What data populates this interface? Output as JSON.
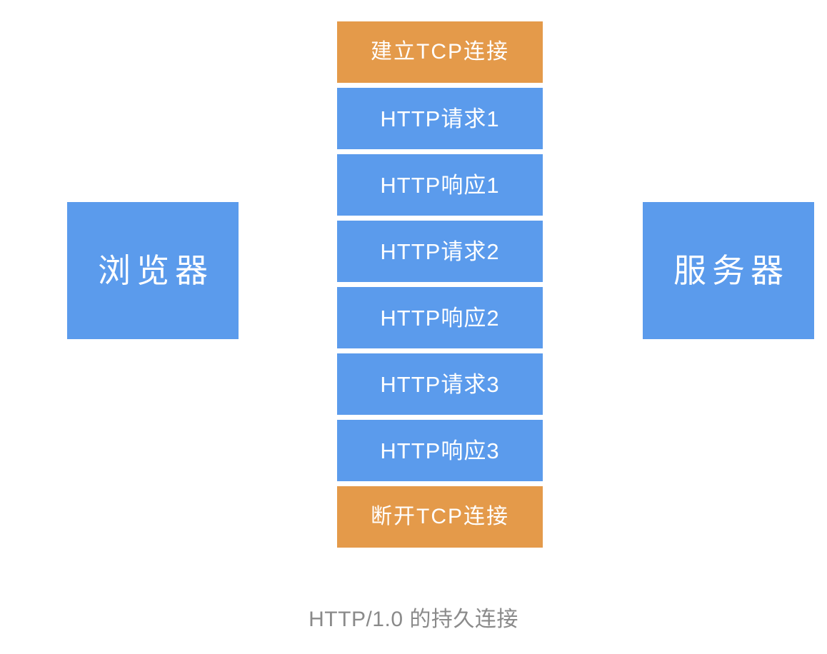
{
  "diagram": {
    "title": "HTTP/1.0 的持久连接",
    "caption": "HTTP/1.0 的持久连接",
    "colors": {
      "blue": "#5B9BEC",
      "orange": "#E49A4A",
      "label_text": "#FFFFFF",
      "caption_text": "#8A8A8A",
      "background": "#FFFFFF"
    },
    "endpoints": {
      "left": {
        "label": "浏览器",
        "color": "#5B9BEC"
      },
      "right": {
        "label": "服务器",
        "color": "#5B9BEC"
      }
    },
    "sequence": [
      {
        "label": "建立TCP连接",
        "kind": "orange"
      },
      {
        "label": "HTTP请求1",
        "kind": "blue"
      },
      {
        "label": "HTTP响应1",
        "kind": "blue"
      },
      {
        "label": "HTTP请求2",
        "kind": "blue"
      },
      {
        "label": "HTTP响应2",
        "kind": "blue"
      },
      {
        "label": "HTTP请求3",
        "kind": "blue"
      },
      {
        "label": "HTTP响应3",
        "kind": "blue"
      },
      {
        "label": "断开TCP连接",
        "kind": "orange"
      }
    ]
  }
}
